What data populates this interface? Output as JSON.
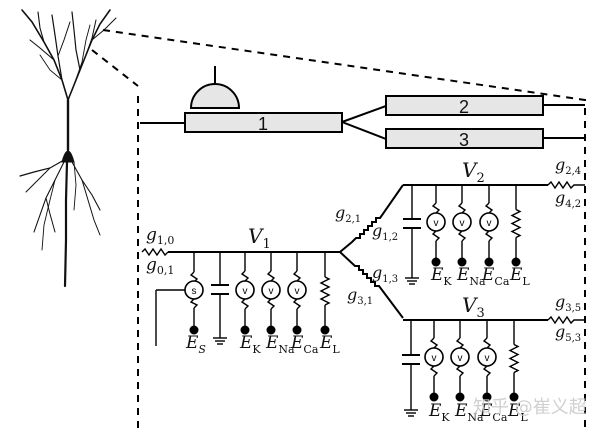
{
  "figure": {
    "description": "Pyramidal neuron with multi-compartment equivalent circuit model",
    "compartments": [
      {
        "id": "1",
        "label": "1"
      },
      {
        "id": "2",
        "label": "2"
      },
      {
        "id": "3",
        "label": "3"
      }
    ],
    "circuit": {
      "node1": {
        "voltage": {
          "base": "V",
          "sub": "1"
        },
        "left_conductances": [
          {
            "base": "g",
            "sub": "1,0"
          },
          {
            "base": "g",
            "sub": "0,1"
          }
        ],
        "synapse_symbol": "s",
        "channel_symbol": "v",
        "reversal_potentials": [
          {
            "base": "E",
            "sub": "S",
            "sub_italic": true
          },
          {
            "base": "E",
            "sub": "K"
          },
          {
            "base": "E",
            "sub": "Na"
          },
          {
            "base": "E",
            "sub": "Ca"
          },
          {
            "base": "E",
            "sub": "L"
          }
        ]
      },
      "node2": {
        "voltage": {
          "base": "V",
          "sub": "2"
        },
        "in_conductances": [
          {
            "base": "g",
            "sub": "2,1"
          },
          {
            "base": "g",
            "sub": "1,2"
          }
        ],
        "out_conductances": [
          {
            "base": "g",
            "sub": "2,4"
          },
          {
            "base": "g",
            "sub": "4,2"
          }
        ],
        "channel_symbol": "v",
        "reversal_potentials": [
          {
            "base": "E",
            "sub": "K"
          },
          {
            "base": "E",
            "sub": "Na"
          },
          {
            "base": "E",
            "sub": "Ca"
          },
          {
            "base": "E",
            "sub": "L"
          }
        ]
      },
      "node3": {
        "voltage": {
          "base": "V",
          "sub": "3"
        },
        "in_conductances": [
          {
            "base": "g",
            "sub": "1,3"
          },
          {
            "base": "g",
            "sub": "3,1"
          }
        ],
        "out_conductances": [
          {
            "base": "g",
            "sub": "3,5"
          },
          {
            "base": "g",
            "sub": "5,3"
          }
        ],
        "channel_symbol": "v",
        "reversal_potentials": [
          {
            "base": "E",
            "sub": "K"
          },
          {
            "base": "E",
            "sub": "Na"
          },
          {
            "base": "E",
            "sub": "Ca"
          },
          {
            "base": "E",
            "sub": "L"
          }
        ]
      }
    },
    "watermark": "知乎 @崔义超"
  }
}
